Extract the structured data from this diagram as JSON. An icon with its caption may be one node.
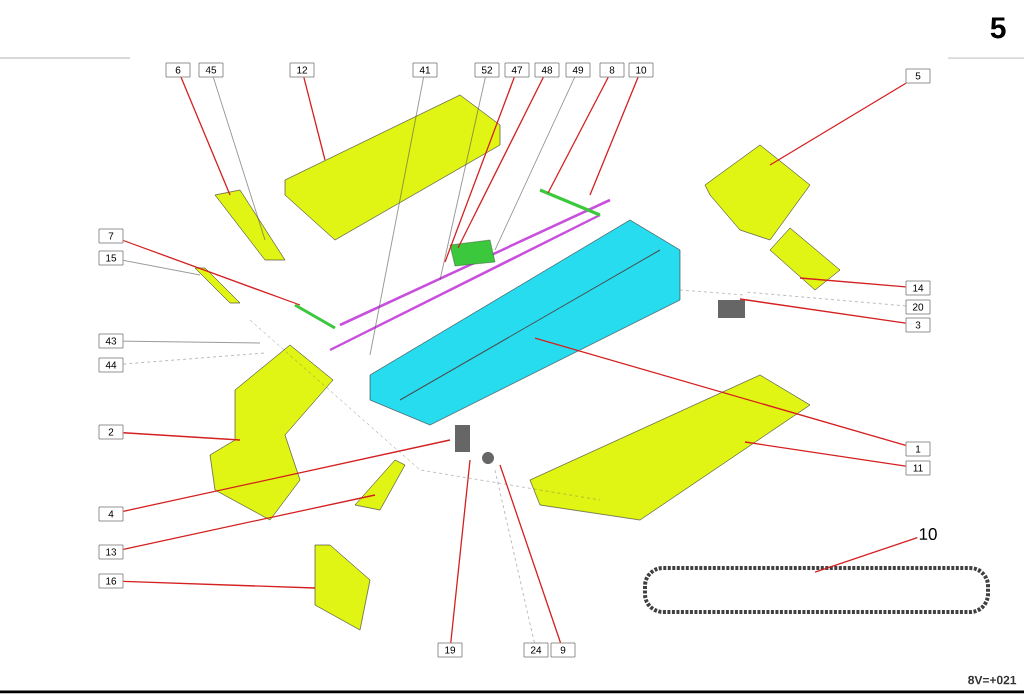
{
  "diagram": {
    "nodes": [
      {
        "text": [
          "6"
        ]
      },
      {
        "text": [
          "45"
        ]
      },
      {
        "text": [
          "12"
        ]
      },
      {
        "text": [
          "41"
        ]
      },
      {
        "text": [
          "52"
        ]
      },
      {
        "text": [
          "47"
        ]
      },
      {
        "text": [
          "48"
        ]
      },
      {
        "text": [
          "49"
        ]
      },
      {
        "text": [
          "8"
        ]
      },
      {
        "text": [
          "10"
        ]
      },
      {
        "text": [
          "5"
        ]
      },
      {
        "text": [
          "7"
        ]
      },
      {
        "text": [
          "15"
        ]
      },
      {
        "text": [
          "43"
        ]
      },
      {
        "text": [
          "44"
        ]
      },
      {
        "text": [
          "2"
        ]
      },
      {
        "text": [
          "4"
        ]
      },
      {
        "text": [
          "13"
        ]
      },
      {
        "text": [
          "16"
        ]
      },
      {
        "text": [
          "14"
        ]
      },
      {
        "text": [
          "20"
        ]
      },
      {
        "text": [
          "3"
        ]
      },
      {
        "text": [
          "1"
        ]
      },
      {
        "text": [
          "11"
        ]
      },
      {
        "text": [
          "19"
        ]
      },
      {
        "text": [
          "24"
        ]
      },
      {
        "text": [
          "9"
        ]
      },
      {
        "text": [
          "10"
        ]
      }
    ],
    "edges": [
      {
        "from": 0,
        "to": null,
        "arrow": "none"
      },
      {
        "from": 1,
        "to": null,
        "arrow": "none",
        "color": "#555555"
      },
      {
        "from": 2,
        "to": null,
        "arrow": "none"
      },
      {
        "from": 3,
        "to": null,
        "arrow": "none",
        "color": "#555555"
      },
      {
        "from": 4,
        "to": null,
        "arrow": "none",
        "color": "#555555"
      },
      {
        "from": 5,
        "to": null,
        "arrow": "none"
      },
      {
        "from": 6,
        "to": null,
        "arrow": "none"
      },
      {
        "from": 7,
        "to": null,
        "arrow": "none",
        "color": "#555555"
      },
      {
        "from": 8,
        "to": null,
        "arrow": "none"
      },
      {
        "from": 9,
        "to": null,
        "arrow": "none"
      },
      {
        "from": 10,
        "to": null,
        "arrow": "none"
      },
      {
        "from": 11,
        "to": null,
        "arrow": "none"
      },
      {
        "from": 12,
        "to": null,
        "arrow": "none",
        "color": "#555555"
      },
      {
        "from": 13,
        "to": null,
        "arrow": "none",
        "color": "#555555"
      },
      {
        "from": 14,
        "to": null,
        "arrow": "none",
        "style": "dashed",
        "color": "#555555"
      },
      {
        "from": 15,
        "to": null,
        "arrow": "none"
      },
      {
        "from": 16,
        "to": null,
        "arrow": "none"
      },
      {
        "from": 17,
        "to": null,
        "arrow": "none"
      },
      {
        "from": 18,
        "to": null,
        "arrow": "none"
      },
      {
        "from": 19,
        "to": null,
        "arrow": "none"
      },
      {
        "from": 20,
        "to": null,
        "arrow": "none",
        "style": "dashed",
        "color": "#555555"
      },
      {
        "from": 21,
        "to": null,
        "arrow": "none"
      },
      {
        "from": 22,
        "to": null,
        "arrow": "none"
      },
      {
        "from": 23,
        "to": null,
        "arrow": "none"
      },
      {
        "from": 24,
        "to": null,
        "arrow": "none"
      },
      {
        "from": 25,
        "to": null,
        "arrow": "none",
        "style": "dashed",
        "color": "#555555"
      },
      {
        "from": 26,
        "to": null,
        "arrow": "none"
      },
      {
        "from": 27,
        "to": null,
        "arrow": "none"
      }
    ],
    "labels": [
      "5",
      "8V=+021"
    ]
  }
}
